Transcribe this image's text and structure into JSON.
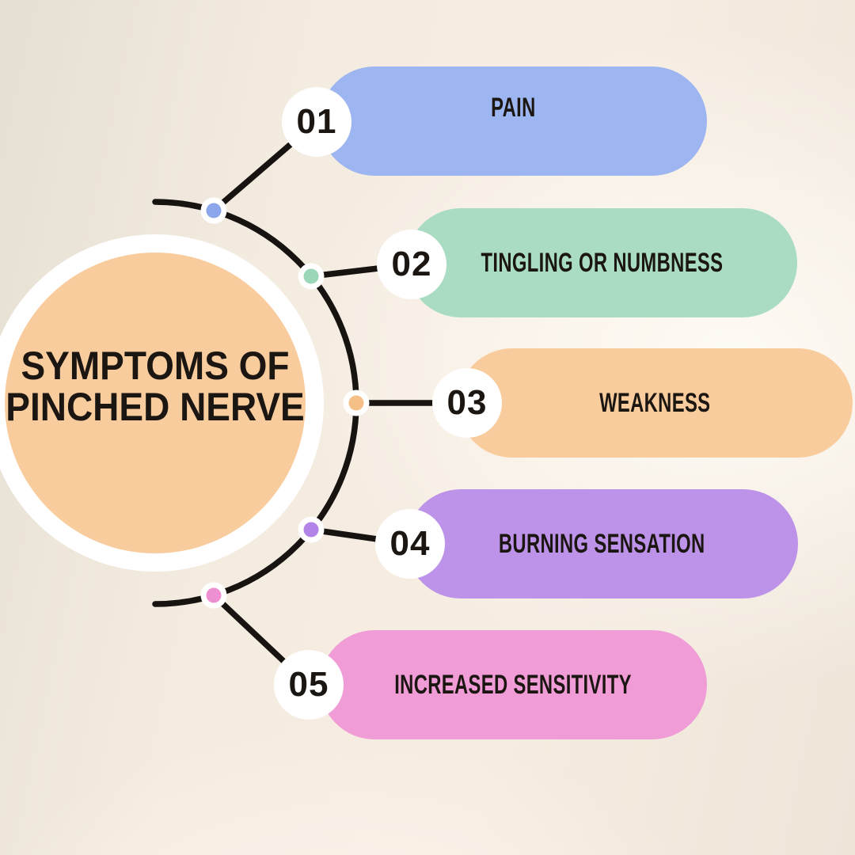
{
  "title": {
    "line1": "SYMPTOMS OF",
    "line2": "PINCHED NERVE"
  },
  "center_circle": {
    "fill": "#f9cc9e",
    "ring_color": "#ffffff"
  },
  "connector": {
    "color": "#161310"
  },
  "items": [
    {
      "number": "01",
      "label": "PAIN",
      "pill_color": "#9db5f0",
      "dot_color": "#8ba6ea"
    },
    {
      "number": "02",
      "label": "TINGLING OR NUMBNESS",
      "pill_color": "#a9dcc2",
      "dot_color": "#9ad7b9"
    },
    {
      "number": "03",
      "label": "WEAKNESS",
      "pill_color": "#f9cc9e",
      "dot_color": "#f5c088"
    },
    {
      "number": "04",
      "label": "BURNING SENSATION",
      "pill_color": "#bd93e9",
      "dot_color": "#b384e8"
    },
    {
      "number": "05",
      "label": "INCREASED SENSITIVITY",
      "pill_color": "#f09cd7",
      "dot_color": "#ee8fd1"
    }
  ],
  "colors": {
    "background": "#f5ece1",
    "text": "#1b1611",
    "node_ring": "#ffffff"
  }
}
